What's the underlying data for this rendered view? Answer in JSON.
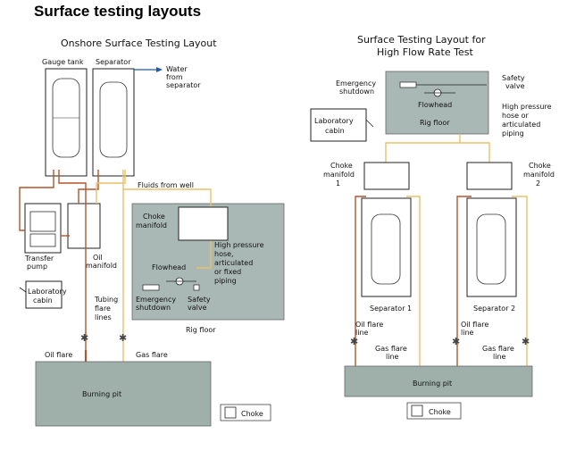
{
  "page": {
    "title": "Surface testing layouts"
  },
  "left": {
    "title": "Onshore Surface Testing Layout",
    "gauge_tank": "Gauge tank",
    "separator": "Separator",
    "water_1": "Water",
    "water_2": "from",
    "water_3": "separator",
    "fluids": "Fluids from well",
    "choke_manifold_1": "Choke",
    "choke_manifold_2": "manifold",
    "hp_1": "High pressure",
    "hp_2": "hose,",
    "hp_3": "articulated",
    "hp_4": "or fixed",
    "hp_5": "piping",
    "flowhead": "Flowhead",
    "emergency_1": "Emergency",
    "emergency_2": "shutdown",
    "safety_1": "Safety",
    "safety_2": "valve",
    "transfer_1": "Transfer",
    "transfer_2": "pump",
    "oil_manifold_1": "Oil",
    "oil_manifold_2": "manifold",
    "lab_1": "Laboratory",
    "lab_2": "cabin",
    "tubing_1": "Tubing",
    "tubing_2": "flare",
    "tubing_3": "lines",
    "rig_floor": "Rig floor",
    "oil_flare": "Oil flare",
    "gas_flare": "Gas flare",
    "burning_pit": "Burning pit",
    "choke": "Choke"
  },
  "right": {
    "title_1": "Surface Testing Layout for",
    "title_2": "High Flow Rate Test",
    "emergency_1": "Emergency",
    "emergency_2": "shutdown",
    "safety_1": "Safety",
    "safety_2": "valve",
    "flowhead": "Flowhead",
    "rig_floor": "Rig floor",
    "hp_1": "High pressure",
    "hp_2": "hose or",
    "hp_3": "articulated",
    "hp_4": "piping",
    "lab_1": "Laboratory",
    "lab_2": "cabin",
    "choke1_1": "Choke",
    "choke1_2": "manifold",
    "choke1_3": "1",
    "choke2_1": "Choke",
    "choke2_2": "manifold",
    "choke2_3": "2",
    "sep1": "Separator 1",
    "sep2": "Separator 2",
    "oil_flare_l_1": "Oil flare",
    "oil_flare_l_2": "line",
    "oil_flare_r_1": "Oil flare",
    "oil_flare_r_2": "line",
    "gas_flare_l_1": "Gas flare",
    "gas_flare_l_2": "line",
    "gas_flare_r_1": "Gas flare",
    "gas_flare_r_2": "line",
    "burning_pit": "Burning pit",
    "choke": "Choke"
  },
  "colors": {
    "oil_line": "#b5542a",
    "gas_line": "#e8c26a",
    "panel": "#a9b8b4",
    "pit": "#9fb0ab"
  }
}
